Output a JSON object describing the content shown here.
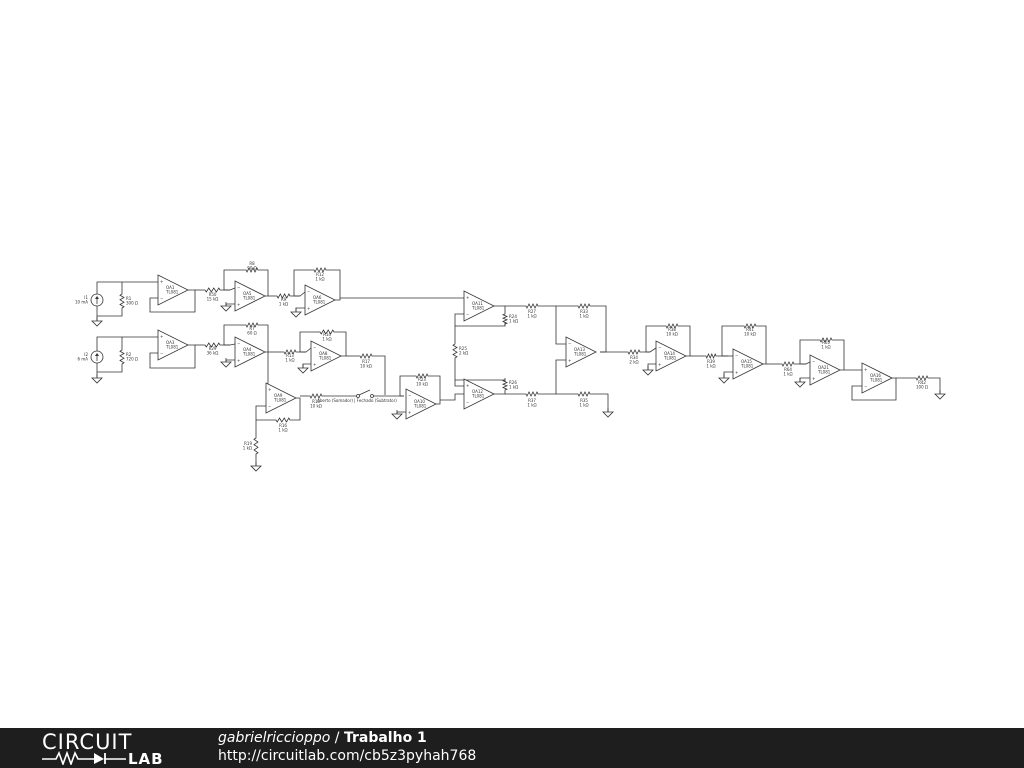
{
  "diagram": {
    "sources": [
      {
        "name": "I1",
        "value": "10 mA"
      },
      {
        "name": "I2",
        "value": "6 mA"
      }
    ],
    "resistors": [
      {
        "name": "R1",
        "value": "300 Ω"
      },
      {
        "name": "R2",
        "value": "720 Ω"
      },
      {
        "name": "R50",
        "value": "15 kΩ"
      },
      {
        "name": "R29",
        "value": "36 kΩ"
      },
      {
        "name": "R8",
        "value": "90 Ω"
      },
      {
        "name": "R7",
        "value": "60 Ω"
      },
      {
        "name": "R9",
        "value": "1 kΩ"
      },
      {
        "name": "R12",
        "value": "1 kΩ"
      },
      {
        "name": "R13",
        "value": "1 kΩ"
      },
      {
        "name": "R14",
        "value": "1 kΩ"
      },
      {
        "name": "R17",
        "value": "10 kΩ"
      },
      {
        "name": "R18",
        "value": "10 kΩ"
      },
      {
        "name": "R16",
        "value": "1 kΩ"
      },
      {
        "name": "R19",
        "value": "1 kΩ"
      },
      {
        "name": "R23",
        "value": "10 kΩ"
      },
      {
        "name": "R25",
        "value": "2 kΩ"
      },
      {
        "name": "R24",
        "value": "1 kΩ"
      },
      {
        "name": "R26",
        "value": "1 kΩ"
      },
      {
        "name": "R27",
        "value": "1 kΩ"
      },
      {
        "name": "R37",
        "value": "1 kΩ"
      },
      {
        "name": "R33",
        "value": "1 kΩ"
      },
      {
        "name": "R35",
        "value": "1 kΩ"
      },
      {
        "name": "R34",
        "value": "2 kΩ"
      },
      {
        "name": "R38",
        "value": "10 kΩ"
      },
      {
        "name": "R39",
        "value": "1 kΩ"
      },
      {
        "name": "R41",
        "value": "10 kΩ"
      },
      {
        "name": "R64",
        "value": "1 kΩ"
      },
      {
        "name": "R65",
        "value": "1 kΩ"
      },
      {
        "name": "R42",
        "value": "100 Ω"
      }
    ],
    "opamps": [
      {
        "name": "OA1",
        "model": "TL081"
      },
      {
        "name": "OA3",
        "model": "TL081"
      },
      {
        "name": "OA5",
        "model": "TL081"
      },
      {
        "name": "OA4",
        "model": "TL081"
      },
      {
        "name": "OA6",
        "model": "TL081"
      },
      {
        "name": "OA8",
        "model": "TL081"
      },
      {
        "name": "OA9",
        "model": "TL081"
      },
      {
        "name": "OA10",
        "model": "TL081"
      },
      {
        "name": "OA11",
        "model": "TL081"
      },
      {
        "name": "OA12",
        "model": "TL081"
      },
      {
        "name": "OA13",
        "model": "TL081"
      },
      {
        "name": "OA14",
        "model": "TL081"
      },
      {
        "name": "OA15",
        "model": "TL081"
      },
      {
        "name": "OA21",
        "model": "TL081"
      },
      {
        "name": "OA16",
        "model": "TL081"
      }
    ],
    "switch_label": "Aberto (Somador) | Fechado (Subtrator)"
  },
  "footer": {
    "logo_top": "CIRCUIT",
    "logo_bottom": "LAB",
    "author": "gabrielriccioppo",
    "separator": " / ",
    "title": "Trabalho 1",
    "url": "http://circuitlab.com/cb5z3pyhah768"
  }
}
